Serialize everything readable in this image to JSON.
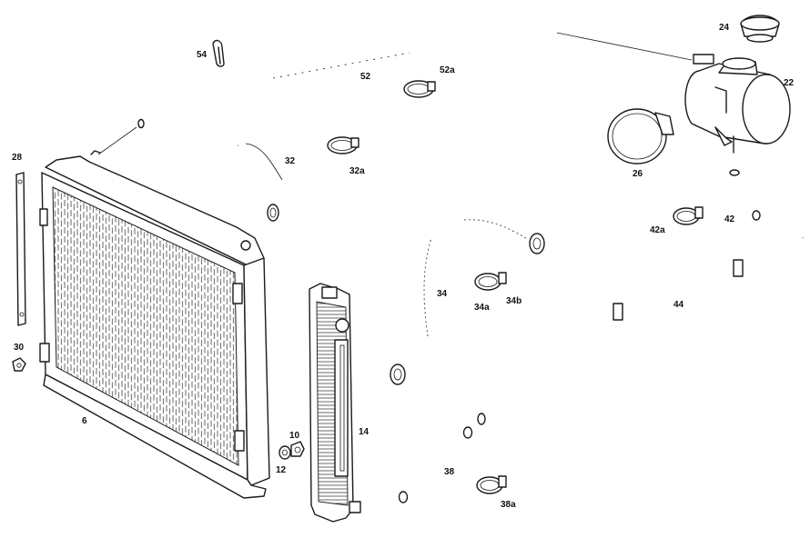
{
  "parts": [
    {
      "id": "p6",
      "label": "6"
    },
    {
      "id": "p10",
      "label": "10"
    },
    {
      "id": "p12",
      "label": "12"
    },
    {
      "id": "p14",
      "label": "14"
    },
    {
      "id": "p22",
      "label": "22"
    },
    {
      "id": "p24",
      "label": "24"
    },
    {
      "id": "p26",
      "label": "26"
    },
    {
      "id": "p28",
      "label": "28"
    },
    {
      "id": "p30",
      "label": "30"
    },
    {
      "id": "p32",
      "label": "32"
    },
    {
      "id": "p32a",
      "label": "32a"
    },
    {
      "id": "p34",
      "label": "34"
    },
    {
      "id": "p34a",
      "label": "34a"
    },
    {
      "id": "p34b",
      "label": "34b"
    },
    {
      "id": "p38",
      "label": "38"
    },
    {
      "id": "p38a",
      "label": "38a"
    },
    {
      "id": "p42",
      "label": "42"
    },
    {
      "id": "p42a",
      "label": "42a"
    },
    {
      "id": "p44",
      "label": "44"
    },
    {
      "id": "p52",
      "label": "52"
    },
    {
      "id": "p52a",
      "label": "52a"
    },
    {
      "id": "p54",
      "label": "54"
    }
  ],
  "colors": {
    "ink": "#1a1a1a",
    "paper": "#ffffff"
  }
}
